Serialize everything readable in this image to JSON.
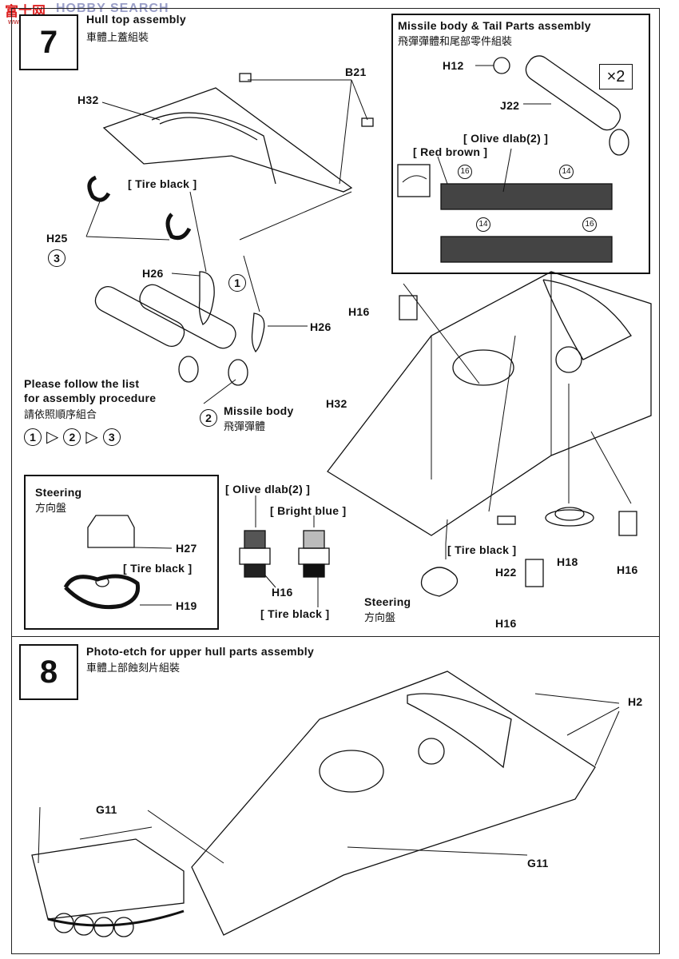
{
  "watermark": {
    "brand": "富士网",
    "search": "HOBBY SEARCH",
    "url": "www.fuji.com"
  },
  "step7": {
    "number": "7",
    "title": "Hull top assembly",
    "title_cn": "車體上蓋組裝"
  },
  "step8": {
    "number": "8",
    "title": "Photo-etch for upper hull parts assembly",
    "title_cn": "車體上部蝕刻片組裝"
  },
  "parts": {
    "b21": "B21",
    "h32": "H32",
    "h25": "H25",
    "h26": "H26",
    "h16": "H16",
    "h12": "H12",
    "j22": "J22",
    "h27": "H27",
    "h19": "H19",
    "h22": "H22",
    "h18": "H18",
    "h2": "H2",
    "g11": "G11"
  },
  "colors": {
    "tire_black": "[ Tire black ]",
    "olive_drab": "[ Olive dlab(2) ]",
    "red_brown": "[ Red brown ]",
    "bright_blue": "[ Bright blue ]"
  },
  "nums": {
    "one": "①",
    "two": "②",
    "three": "③",
    "c1": "1",
    "c2": "2",
    "c3": "3",
    "s14": "14",
    "s16": "16"
  },
  "missile_panel": {
    "title": "Missile body & Tail Parts assembly",
    "title_cn": "飛彈彈體和尾部零件組裝",
    "multiplier": "×2"
  },
  "procedure": {
    "line1": "Please follow the list",
    "line2": "for assembly procedure",
    "cn": "請依照順序組合"
  },
  "missile_body": {
    "label": "Missile body",
    "cn": "飛彈彈體"
  },
  "steering": {
    "label": "Steering",
    "cn": "方向盤"
  }
}
